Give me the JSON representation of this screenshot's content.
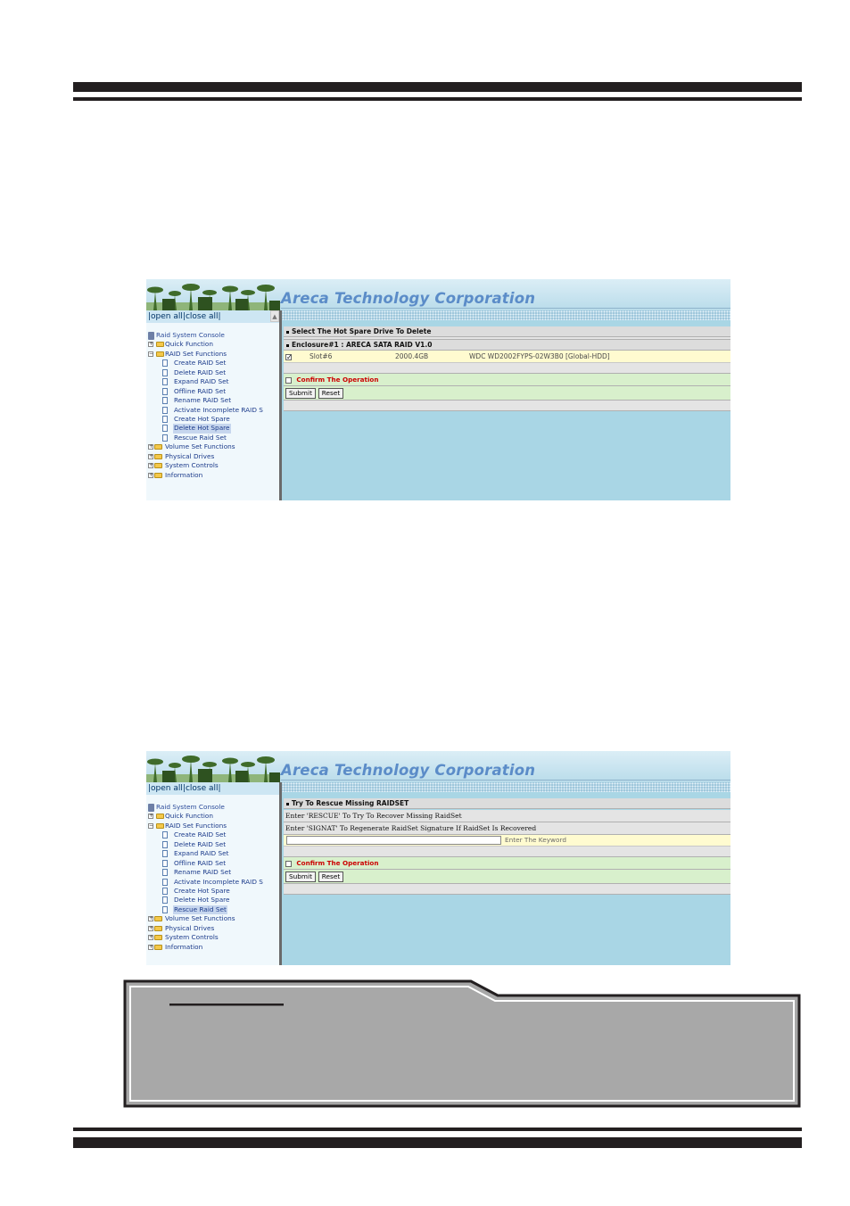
{
  "screens": [
    {
      "company": "Areca Technology Corporation",
      "open_all": "open all",
      "close_all": "close all",
      "tree": {
        "root": "Raid System Console",
        "quick_function": "Quick Function",
        "raid_set_functions": "RAID Set Functions",
        "children": [
          {
            "label": "Create RAID Set"
          },
          {
            "label": "Delete RAID Set"
          },
          {
            "label": "Expand RAID Set"
          },
          {
            "label": "Offline RAID Set"
          },
          {
            "label": "Rename RAID Set"
          },
          {
            "label": "Activate Incomplete RAID S"
          },
          {
            "label": "Create Hot Spare"
          },
          {
            "label": "Delete Hot Spare"
          },
          {
            "label": "Rescue Raid Set"
          }
        ],
        "volume_set_functions": "Volume Set Functions",
        "physical_drives": "Physical Drives",
        "system_controls": "System Controls",
        "information": "Information"
      },
      "selected_item": "Delete Hot Spare",
      "panel": {
        "title": "Select The Hot Spare Drive To Delete",
        "enclosure": "Enclosure#1 : ARECA SATA RAID V1.0",
        "drive": {
          "slot": "Slot#6",
          "capacity": "2000.4GB",
          "model": "WDC WD2002FYPS-02W3B0 [Global-HDD]",
          "checked": true
        },
        "confirm": "Confirm The Operation",
        "submit": "Submit",
        "reset": "Reset"
      }
    },
    {
      "company": "Areca Technology Corporation",
      "open_all": "open all",
      "close_all": "close all",
      "tree": {
        "root": "Raid System Console",
        "quick_function": "Quick Function",
        "raid_set_functions": "RAID Set Functions",
        "children": [
          {
            "label": "Create RAID Set"
          },
          {
            "label": "Delete RAID Set"
          },
          {
            "label": "Expand RAID Set"
          },
          {
            "label": "Offline RAID Set"
          },
          {
            "label": "Rename RAID Set"
          },
          {
            "label": "Activate Incomplete RAID S"
          },
          {
            "label": "Create Hot Spare"
          },
          {
            "label": "Delete Hot Spare"
          },
          {
            "label": "Rescue Raid Set"
          }
        ],
        "volume_set_functions": "Volume Set Functions",
        "physical_drives": "Physical Drives",
        "system_controls": "System Controls",
        "information": "Information"
      },
      "selected_item": "Rescue Raid Set",
      "panel": {
        "title": "Try To Rescue Missing RAIDSET",
        "line1": "Enter 'RESCUE' To Try To Recover Missing RaidSet",
        "line2": "Enter 'SIGNAT' To Regenerate RaidSet Signature If RaidSet Is Recovered",
        "keyword_label": "Enter The Keyword",
        "confirm": "Confirm The Operation",
        "submit": "Submit",
        "reset": "Reset"
      }
    }
  ],
  "colors": {
    "rule": "#231f20",
    "banner_text": "#5b8cc8",
    "content_bg": "#a9d6e5",
    "note_fill": "#a8a8a8"
  }
}
